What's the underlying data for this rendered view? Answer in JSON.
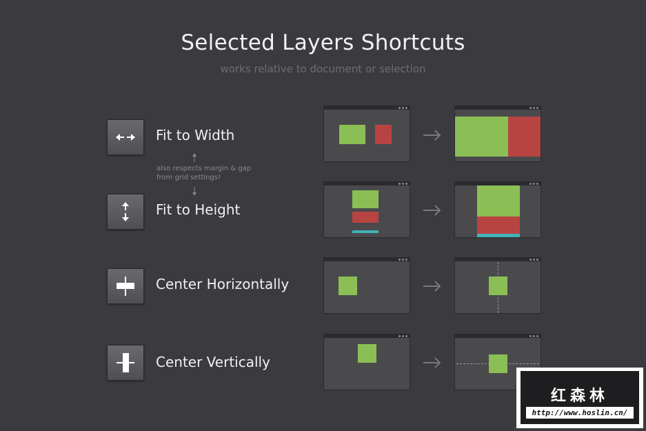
{
  "header": {
    "title": "Selected Layers Shortcuts",
    "subtitle": "works relative to document or selection"
  },
  "shortcuts": [
    {
      "label": "Fit to Width",
      "icon": "arrows-horizontal-icon"
    },
    {
      "label": "Fit to Height",
      "icon": "arrows-vertical-icon"
    },
    {
      "label": "Center Horizontally",
      "icon": "center-horizontal-icon"
    },
    {
      "label": "Center Vertically",
      "icon": "center-vertical-icon"
    }
  ],
  "note": {
    "line1": "also respects margin & gap",
    "line2": "from grid settings!"
  },
  "colors": {
    "background": "#3b3b3f",
    "green": "#8bbf55",
    "red": "#b84442",
    "teal": "#41b3b5",
    "window": "#4a4a4d"
  },
  "watermark": {
    "name": "红森林",
    "url": "http://www.hoslin.cn/"
  }
}
